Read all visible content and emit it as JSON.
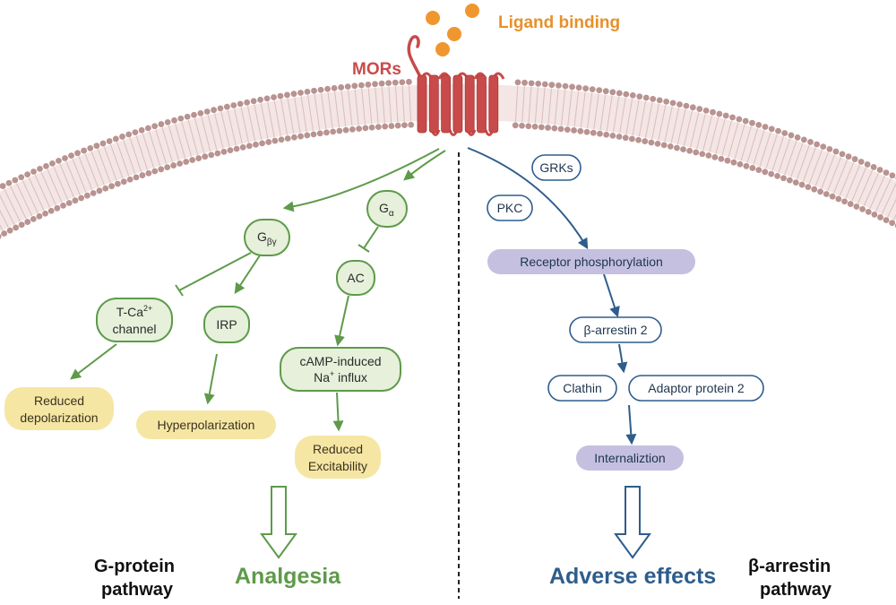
{
  "ligand_label": "Ligand binding",
  "receptor_label": "MORs",
  "colors": {
    "green_box_fill": "#e6f0da",
    "green_stroke": "#5e9a4a",
    "yellow_box_fill": "#f6e6a4",
    "blue_box_fill": "#ffffff",
    "blue_stroke": "#2e5d8c",
    "purple_box_fill": "#c5c0e0",
    "receptor": "#c94a4a",
    "ligand": "#f0962f",
    "membrane": "#b89390"
  },
  "g_protein": {
    "gbg": {
      "main": "G",
      "sub": "βγ"
    },
    "ga": {
      "main": "G",
      "sub": "α"
    },
    "tca": {
      "line1_main": "T-Ca",
      "line1_sup": "2+",
      "line2": "channel"
    },
    "irp": "IRP",
    "ac": "AC",
    "camp": {
      "line1": "cAMP-induced",
      "line2_a": "Na",
      "line2_sup": "+",
      "line2_b": " influx"
    },
    "reduced_depol": {
      "line1": "Reduced",
      "line2": "depolarization"
    },
    "hyperpol": "Hyperpolarization",
    "reduced_excit": {
      "line1": "Reduced",
      "line2": "Excitability"
    },
    "outcome": "Analgesia",
    "pathway_line1": "G-protein",
    "pathway_line2": "pathway"
  },
  "arrestin": {
    "grks": "GRKs",
    "pkc": "PKC",
    "phosphorylation": "Receptor phosphorylation",
    "barrestin": "β-arrestin 2",
    "clathin": "Clathin",
    "adaptor": "Adaptor protein 2",
    "internalization": "Internaliztion",
    "outcome": "Adverse effects",
    "pathway_line1": "β-arrestin",
    "pathway_line2": "pathway"
  }
}
